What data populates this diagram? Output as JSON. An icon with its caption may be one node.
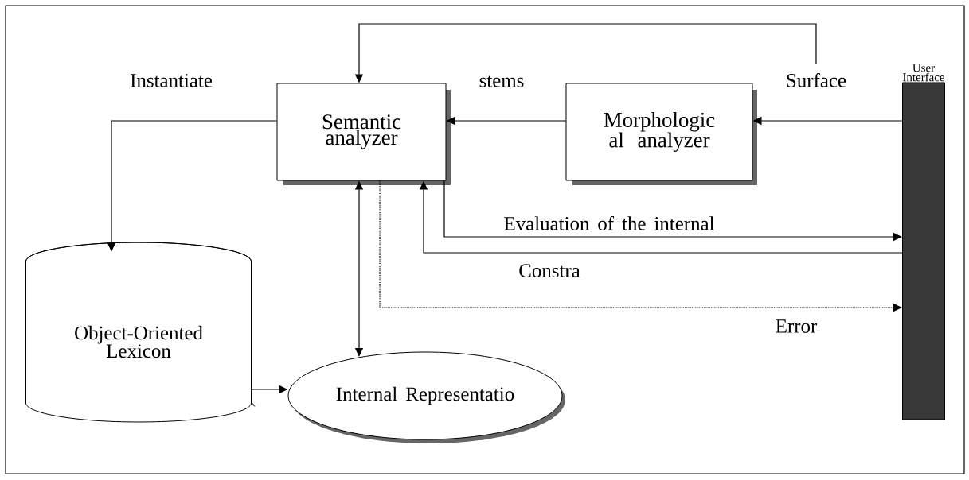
{
  "diagram": {
    "nodes": [
      {
        "text": [
          "Semantic analyzer"
        ]
      },
      {
        "text": [
          "Morphologic al analyzer"
        ]
      },
      {
        "text": [
          "User Interface"
        ]
      },
      {
        "text": [
          "Object-Oriented Lexicon"
        ]
      },
      {
        "text": [
          "Internal Representatio"
        ]
      }
    ],
    "edges": [
      {
        "from": 2,
        "to": 1,
        "arrow": "to"
      },
      {
        "from": 1,
        "to": 0,
        "arrow": "to",
        "label": "stems"
      },
      {
        "from": null,
        "to": 0,
        "arrow": "to",
        "label": "Surface"
      },
      {
        "from": 0,
        "to": 3,
        "arrow": "to",
        "label": "Instantiate"
      },
      {
        "from": 0,
        "to": 4,
        "arrow": "both"
      },
      {
        "from": 0,
        "to": 2,
        "arrow": "to",
        "label": "Evaluation of the internal"
      },
      {
        "from": 2,
        "to": 0,
        "arrow": "to",
        "label": "Constra"
      },
      {
        "from": 0,
        "to": 2,
        "arrow": "to",
        "label": "Error",
        "style": "dashed"
      },
      {
        "from": 3,
        "to": 4,
        "arrow": "to"
      }
    ]
  }
}
